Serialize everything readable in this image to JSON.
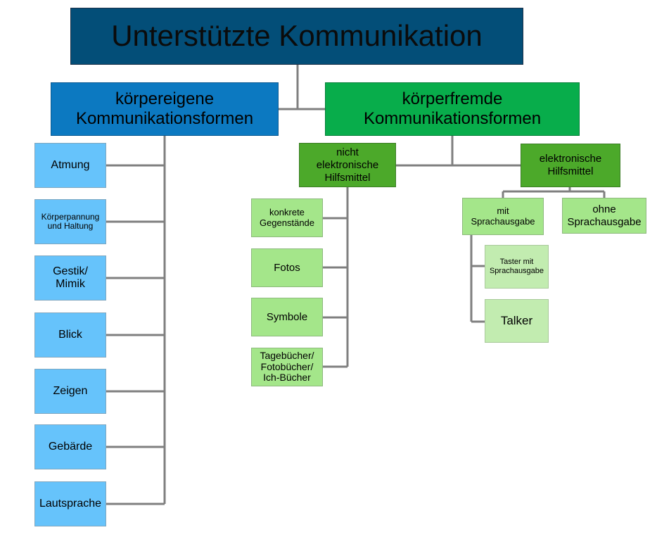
{
  "title": "Unterstützte Kommunikation",
  "branches": {
    "left": "körpereigene\nKommunikationsformen",
    "right": "körperfremde\nKommunikationsformen"
  },
  "left_items": [
    "Atmung",
    "Körperpannung\nund Haltung",
    "Gestik/\nMimik",
    "Blick",
    "Zeigen",
    "Gebärde",
    "Lautsprache"
  ],
  "non_electronic": {
    "label": "nicht\nelektronische\nHilfsmittel",
    "items": [
      "konkrete\nGegenstände",
      "Fotos",
      "Symbole",
      "Tagebücher/\nFotobücher/\nIch-Bücher"
    ]
  },
  "electronic": {
    "label": "elektronische\nHilfsmittel",
    "with_speech": "mit\nSprachausgabe",
    "without_speech": "ohne\nSprachausgabe",
    "speech_items": [
      "Taster mit\nSprachausgabe",
      "Talker"
    ]
  },
  "colors": {
    "root": "#034e78",
    "left_branch": "#0c79c1",
    "right_branch": "#08ad4b",
    "left_leaves": "#66c3fb",
    "mid_green": "#4ca92a",
    "leaf_green": "#a4e68a",
    "leaf_light_green": "#c2ecb0",
    "connector": "#7f7f7f"
  }
}
